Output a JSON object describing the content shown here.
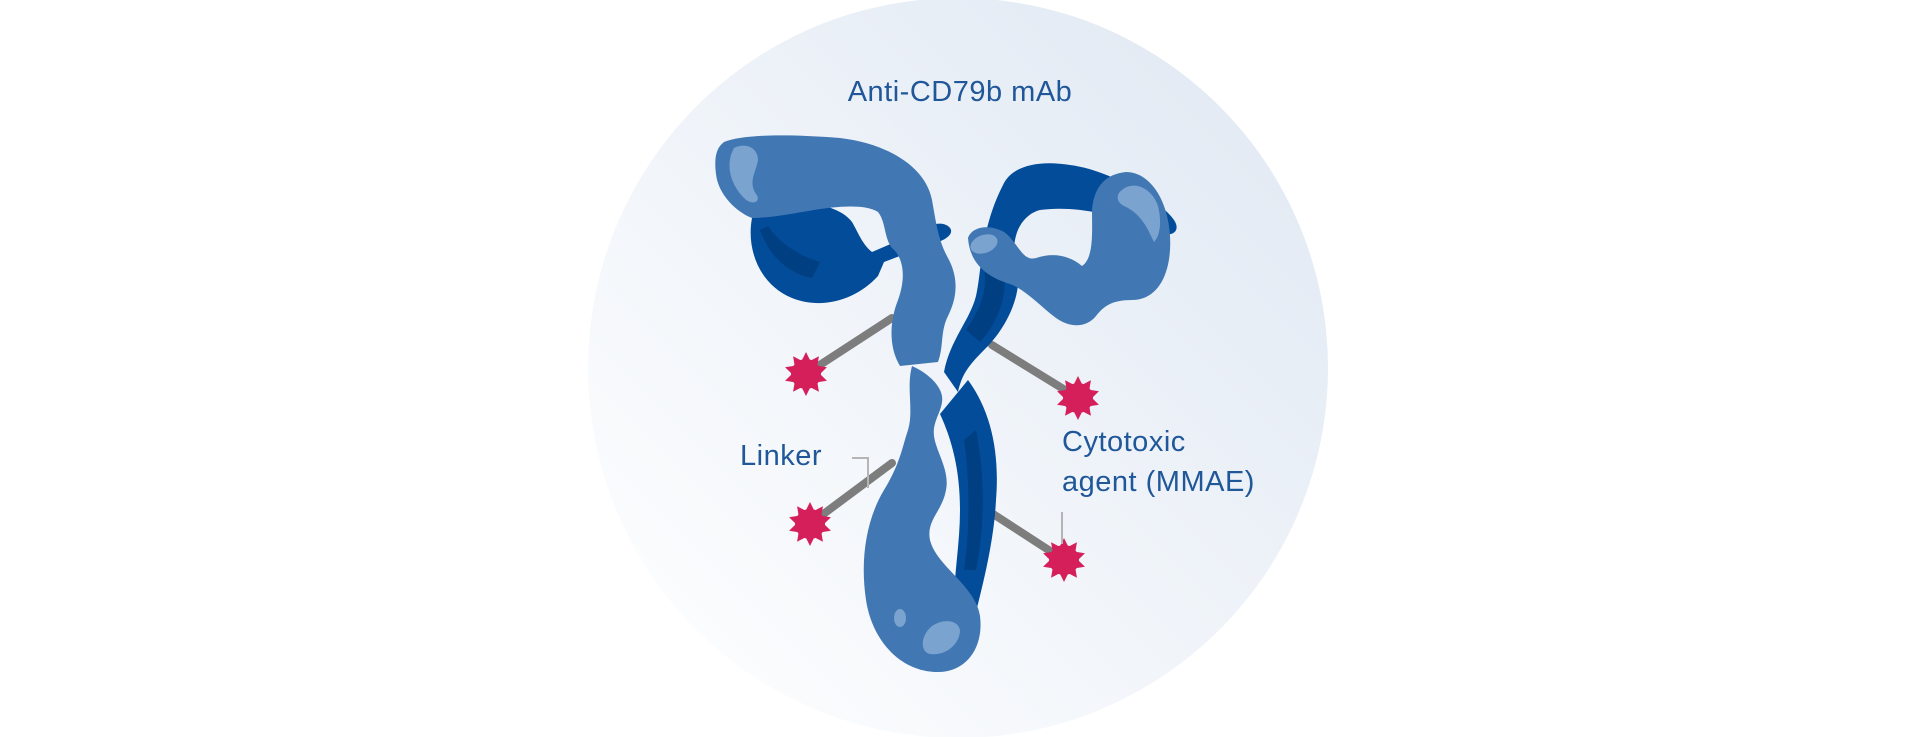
{
  "labels": {
    "title": "Anti-CD79b mAb",
    "linker": "Linker",
    "agent_line1": "Cytotoxic",
    "agent_line2": "agent (MMAE)"
  },
  "colors": {
    "text": "#1f5798",
    "antibody_light": "#4178b3",
    "antibody_dark": "#034c99",
    "antibody_darker": "#003f82",
    "highlight": "#7aa3cf",
    "linker": "#7d7d7d",
    "payload": "#d41f5b",
    "leader_line": "#b5b5b5",
    "halo": "#e3eaf4"
  },
  "icons": {
    "antibody": "antibody-icon",
    "payload": "payload-icon"
  }
}
